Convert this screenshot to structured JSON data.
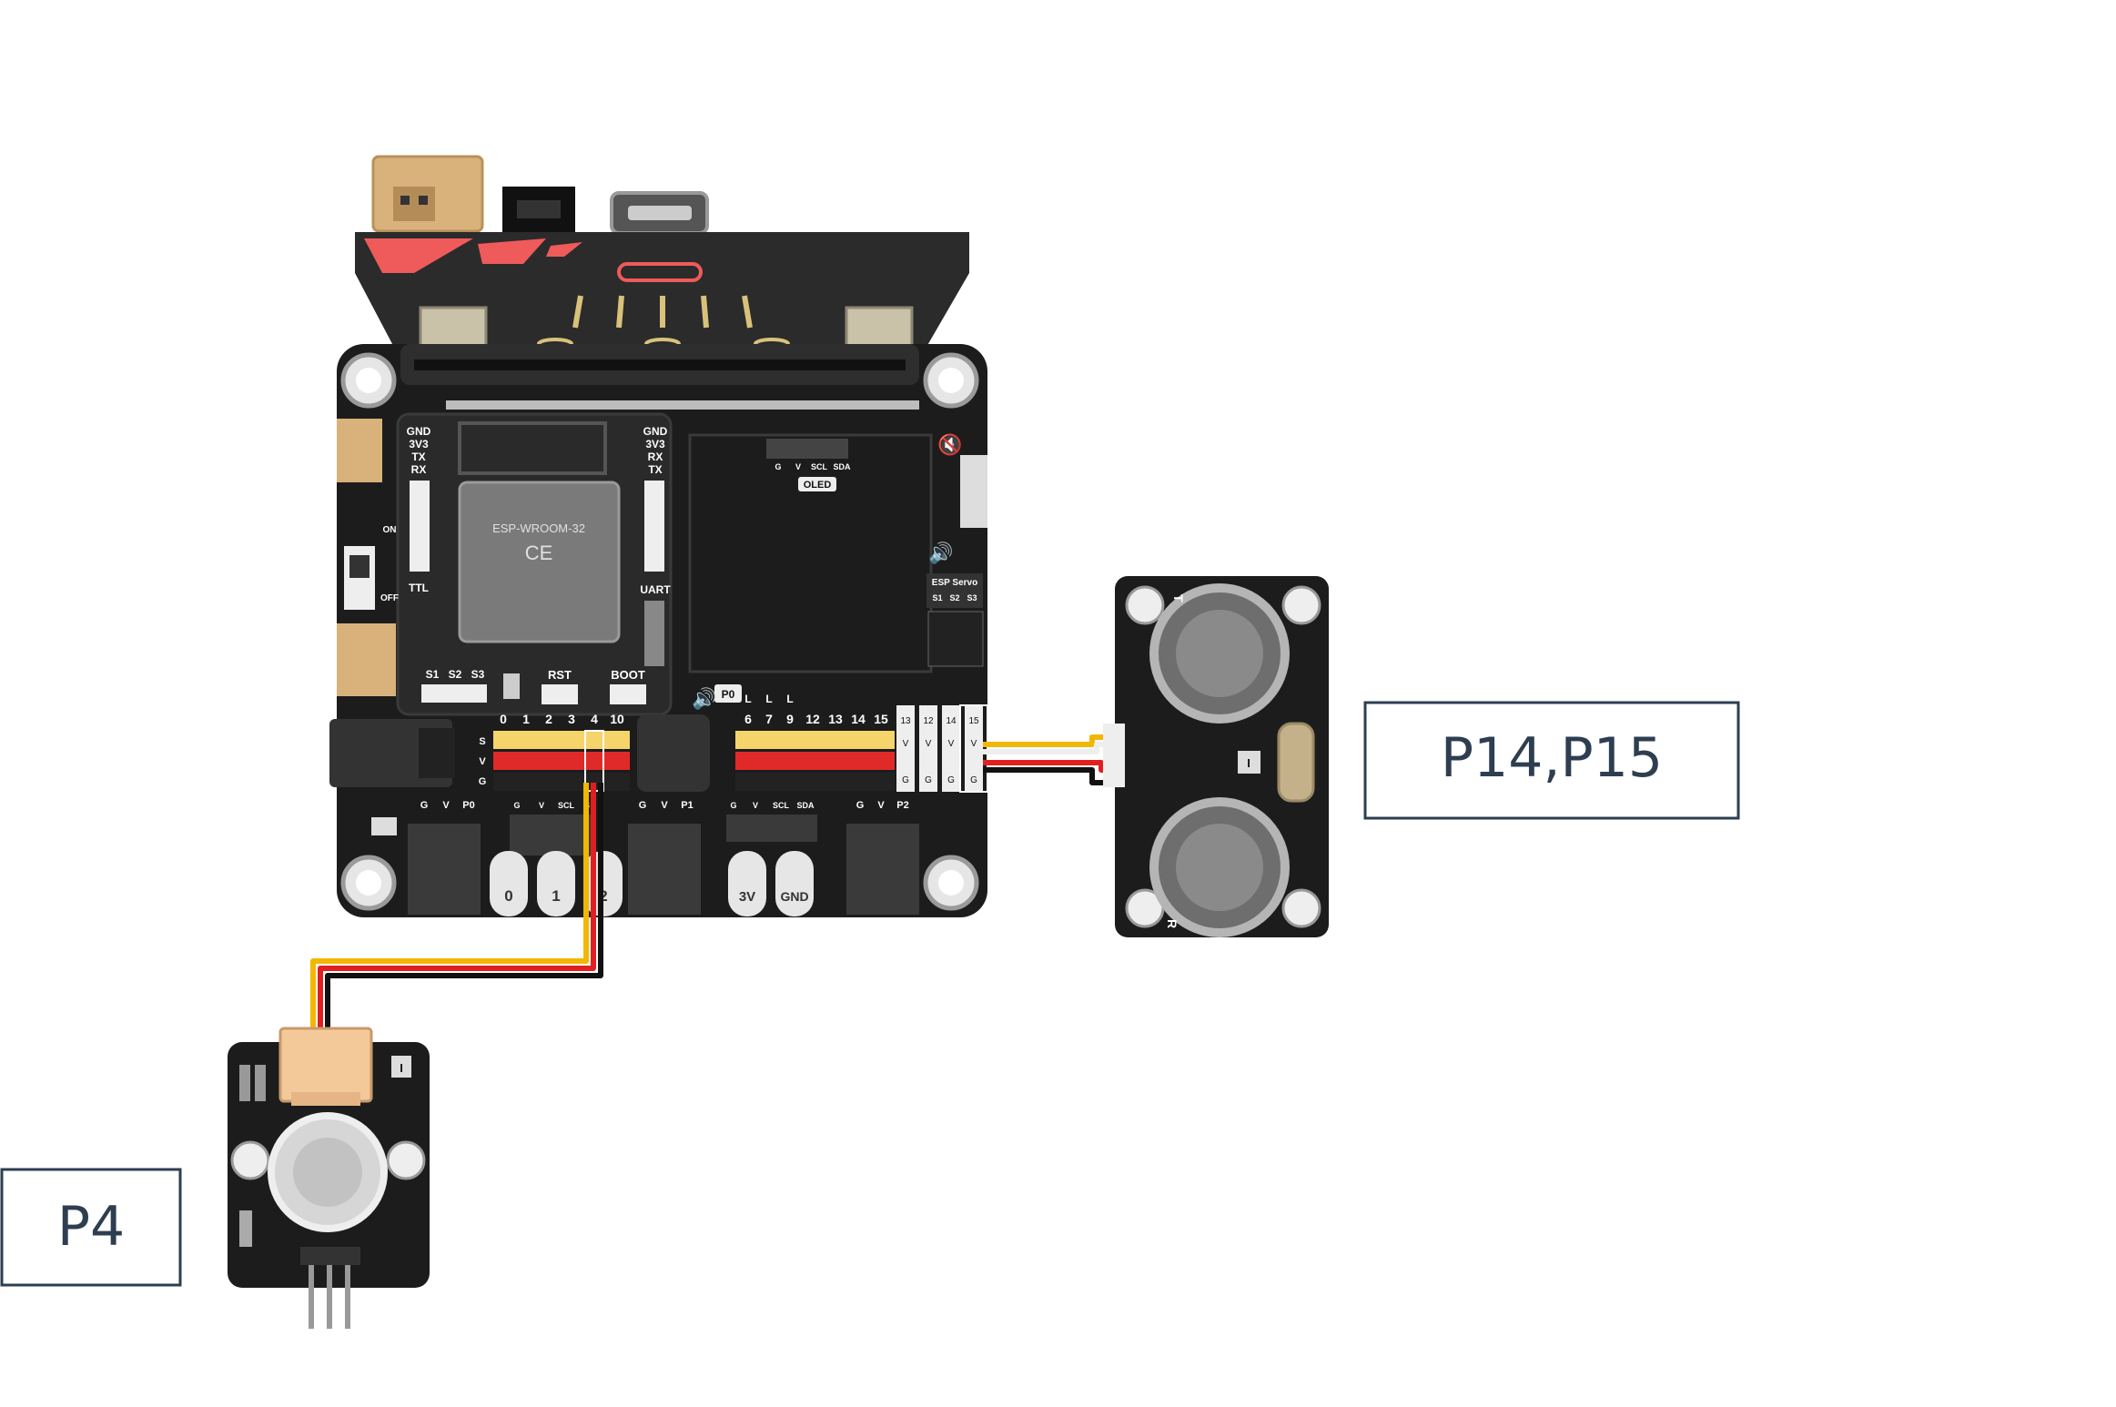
{
  "callouts": {
    "right": "P14,P15",
    "left": "P4"
  },
  "board": {
    "module_name": "ESP-WROOM-32",
    "left_header": [
      "GND",
      "3V3",
      "TX",
      "RX"
    ],
    "right_header": [
      "GND",
      "3V3",
      "RX",
      "TX"
    ],
    "ttl": "TTL",
    "uart": "UART",
    "switch_on": "ON",
    "switch_off": "OFF",
    "oled_pins": [
      "G",
      "V",
      "SCL",
      "SDA"
    ],
    "oled": "OLED",
    "esp_servo": "ESP Servo",
    "servo_pins": [
      "S1",
      "S2",
      "S3"
    ],
    "s_labels": [
      "S1",
      "S2",
      "S3"
    ],
    "rst": "RST",
    "boot": "BOOT",
    "p0_badge": "P0",
    "gvs": [
      "G",
      "V",
      "S"
    ],
    "left_pins": [
      "0",
      "1",
      "2",
      "3",
      "4",
      "10"
    ],
    "l_marks": [
      "L",
      "L",
      "L"
    ],
    "right_pins": [
      "6",
      "7",
      "9",
      "12",
      "13",
      "14",
      "15"
    ],
    "vert_pin_cols": [
      [
        "13",
        "V",
        "G"
      ],
      [
        "12",
        "V",
        "G"
      ],
      [
        "14",
        "V",
        "G"
      ],
      [
        "15",
        "V",
        "G"
      ]
    ],
    "bottom_groups": [
      [
        "G",
        "V",
        "P0"
      ],
      [
        "G",
        "V",
        "SCL",
        "S"
      ],
      [
        "G",
        "V",
        "P1"
      ],
      [
        "G",
        "V",
        "SCL",
        "SDA"
      ],
      [
        "G",
        "V",
        "P2"
      ]
    ],
    "edge_pads": [
      "0",
      "1",
      "2",
      "3V",
      "GND"
    ]
  },
  "ultrasonic": {
    "t": "T",
    "r": "R",
    "mark": "I"
  },
  "pir": {
    "mark": "I"
  },
  "colors": {
    "board": "#1c1c1c",
    "microbit": "#2b2b2b",
    "accent": "#ef5a5a",
    "wire_red": "#e02020",
    "wire_yellow": "#f2b705",
    "wire_black": "#111111",
    "callout_border": "#2d3e50"
  }
}
